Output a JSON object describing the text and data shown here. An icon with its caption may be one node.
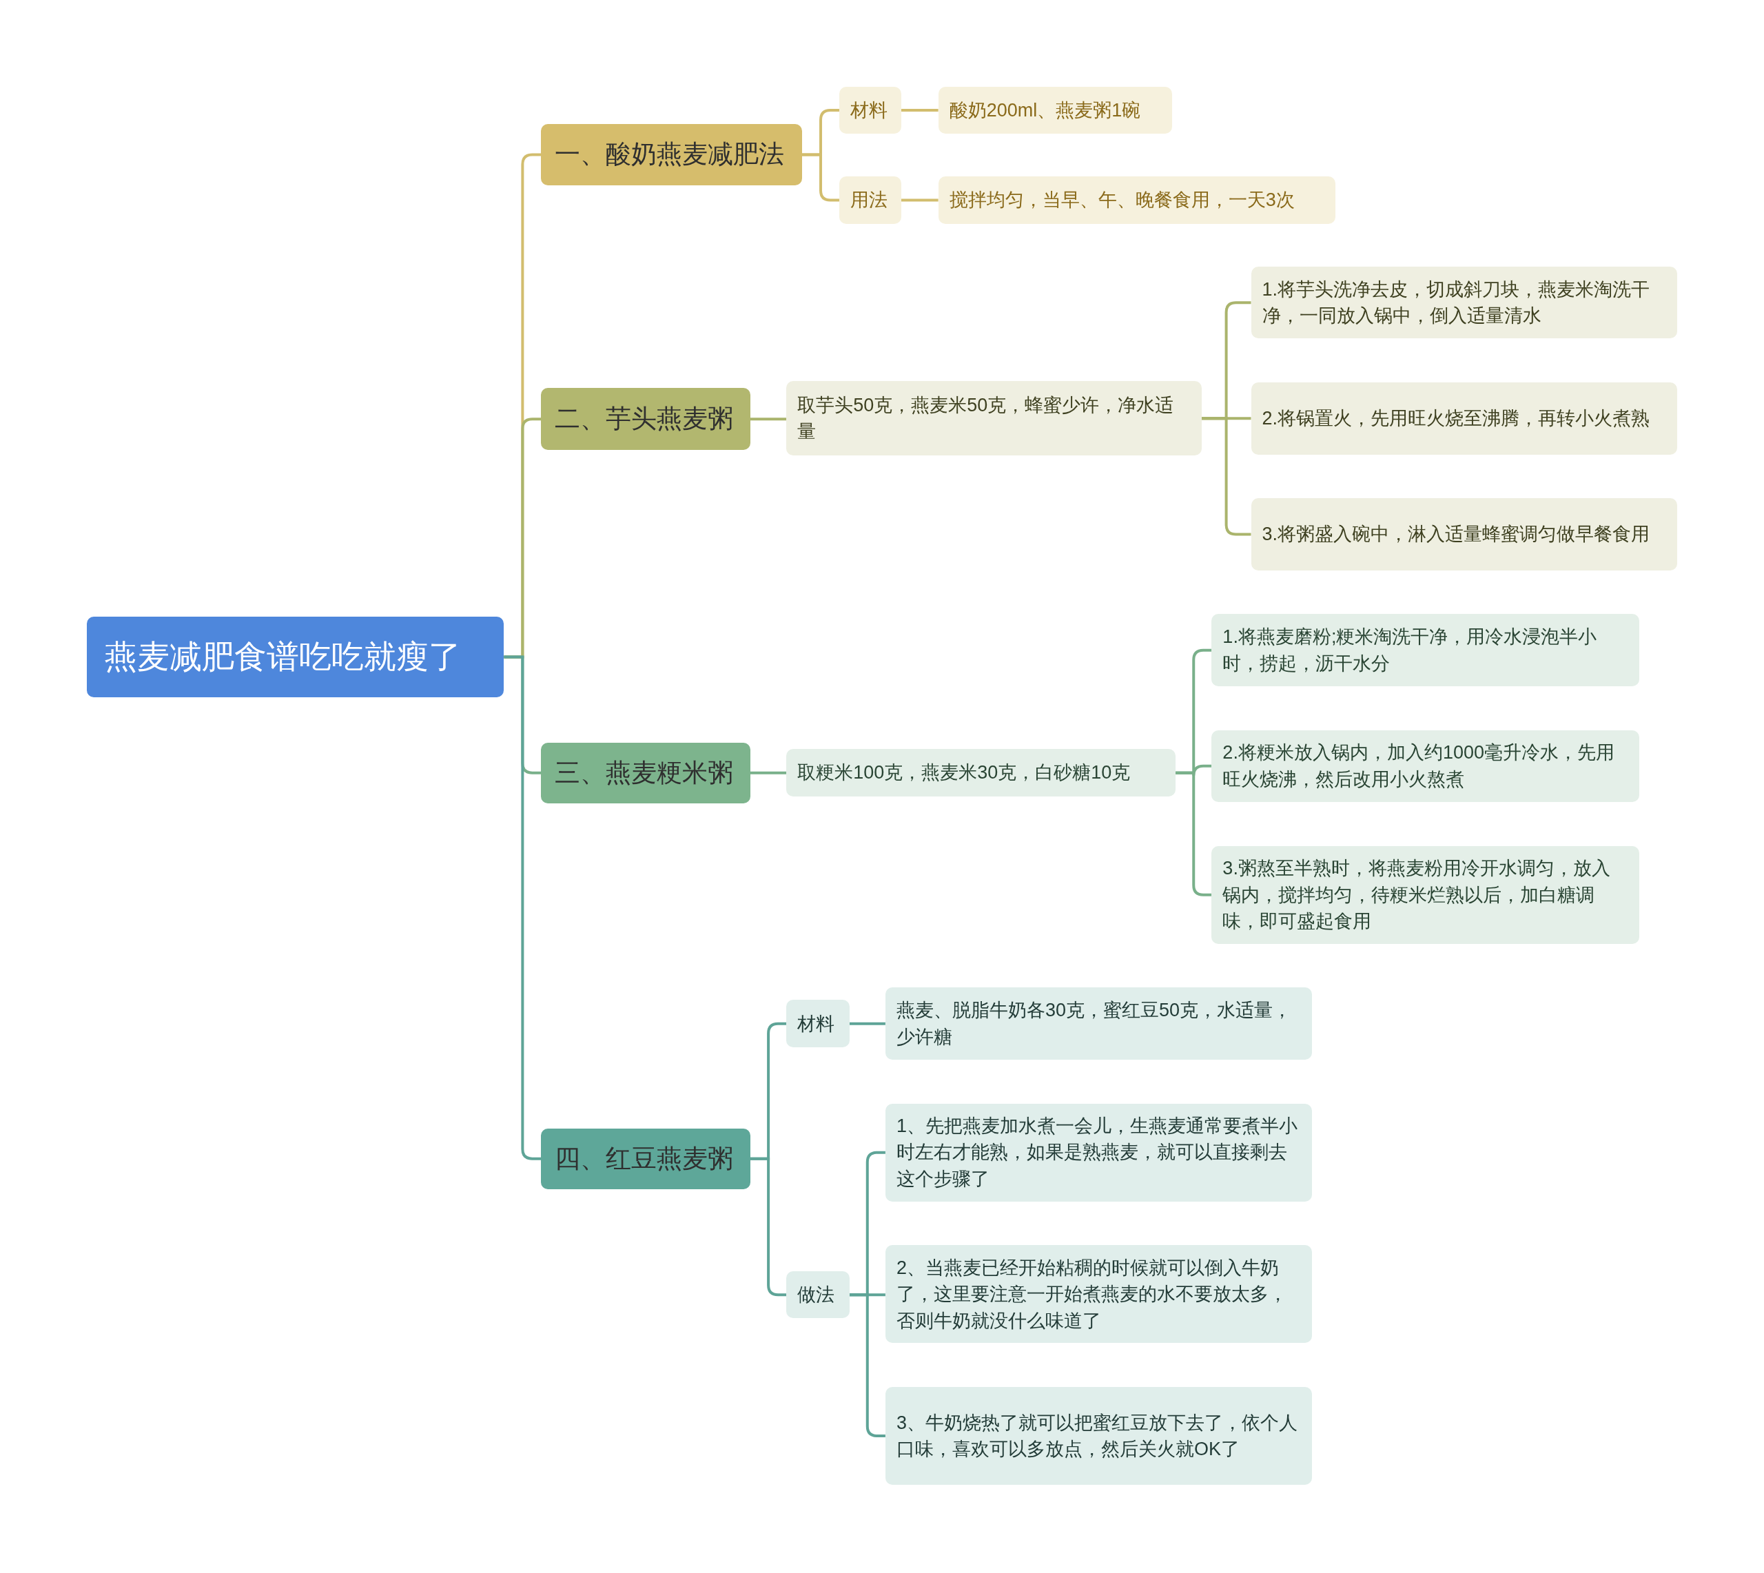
{
  "diagram": {
    "nodes": [
      {
        "text": [
          "燕麦减肥食谱吃吃就瘦了"
        ]
      },
      {
        "text": [
          "一、酸奶燕麦减肥法"
        ]
      },
      {
        "text": [
          "材料"
        ]
      },
      {
        "text": [
          "酸奶200ml、燕麦粥1碗"
        ]
      },
      {
        "text": [
          "用法"
        ]
      },
      {
        "text": [
          "搅拌均匀，当早、午、晚餐食用，一天3次"
        ]
      },
      {
        "text": [
          "二、芋头燕麦粥"
        ]
      },
      {
        "text": [
          "取芋头50克，燕麦米50克，蜂蜜少许，净水适量"
        ]
      },
      {
        "text": [
          "1.将芋头洗净去皮，切成斜刀块，燕麦米淘洗干净，一同放入锅中，倒入适量清水"
        ]
      },
      {
        "text": [
          "2.将锅置火，先用旺火烧至沸腾，再转小火煮熟"
        ]
      },
      {
        "text": [
          "3.将粥盛入碗中，淋入适量蜂蜜调匀做早餐食用"
        ]
      },
      {
        "text": [
          "三、燕麦粳米粥"
        ]
      },
      {
        "text": [
          "取粳米100克，燕麦米30克，白砂糖10克"
        ]
      },
      {
        "text": [
          "1.将燕麦磨粉;粳米淘洗干净，用冷水浸泡半小时，捞起，沥干水分"
        ]
      },
      {
        "text": [
          "2.将粳米放入锅内，加入约1000毫升冷水，先用旺火烧沸，然后改用小火熬煮"
        ]
      },
      {
        "text": [
          "3.粥熬至半熟时，将燕麦粉用冷开水调匀，放入锅内，搅拌均匀，待粳米烂熟以后，加白糖调味，即可盛起食用"
        ]
      },
      {
        "text": [
          "四、红豆燕麦粥"
        ]
      },
      {
        "text": [
          "材料"
        ]
      },
      {
        "text": [
          "燕麦、脱脂牛奶各30克，蜜红豆50克，水适量，少许糖"
        ]
      },
      {
        "text": [
          "做法"
        ]
      },
      {
        "text": [
          "1、先把燕麦加水煮一会儿，生燕麦通常要煮半小时左右才能熟，如果是熟燕麦，就可以直接剩去这个步骤了"
        ]
      },
      {
        "text": [
          "2、当燕麦已经开始粘稠的时候就可以倒入牛奶了，这里要注意一开始煮燕麦的水不要放太多，否则牛奶就没什么味道了"
        ]
      },
      {
        "text": [
          "3、牛奶烧热了就可以把蜜红豆放下去了，依个人口味，喜欢可以多放点，然后关火就OK了"
        ]
      }
    ],
    "edges": [
      {
        "from": 0,
        "to": 1,
        "arrow": "none",
        "color": "#d2bd6e"
      },
      {
        "from": 1,
        "to": 2,
        "arrow": "none",
        "color": "#d2bd6e"
      },
      {
        "from": 2,
        "to": 3,
        "arrow": "none",
        "color": "#d2bd6e"
      },
      {
        "from": 1,
        "to": 4,
        "arrow": "none",
        "color": "#d2bd6e"
      },
      {
        "from": 4,
        "to": 5,
        "arrow": "none",
        "color": "#d2bd6e"
      },
      {
        "from": 0,
        "to": 6,
        "arrow": "none",
        "color": "#aab46c"
      },
      {
        "from": 6,
        "to": 7,
        "arrow": "none",
        "color": "#aab46c"
      },
      {
        "from": 7,
        "to": 8,
        "arrow": "none",
        "color": "#aab46c"
      },
      {
        "from": 7,
        "to": 9,
        "arrow": "none",
        "color": "#aab46c"
      },
      {
        "from": 7,
        "to": 10,
        "arrow": "none",
        "color": "#aab46c"
      },
      {
        "from": 0,
        "to": 11,
        "arrow": "none",
        "color": "#79b08a"
      },
      {
        "from": 11,
        "to": 12,
        "arrow": "none",
        "color": "#79b08a"
      },
      {
        "from": 12,
        "to": 13,
        "arrow": "none",
        "color": "#79b08a"
      },
      {
        "from": 12,
        "to": 14,
        "arrow": "none",
        "color": "#79b08a"
      },
      {
        "from": 12,
        "to": 15,
        "arrow": "none",
        "color": "#79b08a"
      },
      {
        "from": 0,
        "to": 16,
        "arrow": "none"
      },
      {
        "from": 16,
        "to": 17,
        "arrow": "none"
      },
      {
        "from": 17,
        "to": 18,
        "arrow": "none"
      },
      {
        "from": 16,
        "to": 19,
        "arrow": "none"
      },
      {
        "from": 19,
        "to": 20,
        "arrow": "none"
      },
      {
        "from": 19,
        "to": 21,
        "arrow": "none"
      },
      {
        "from": 19,
        "to": 22,
        "arrow": "none"
      }
    ]
  }
}
